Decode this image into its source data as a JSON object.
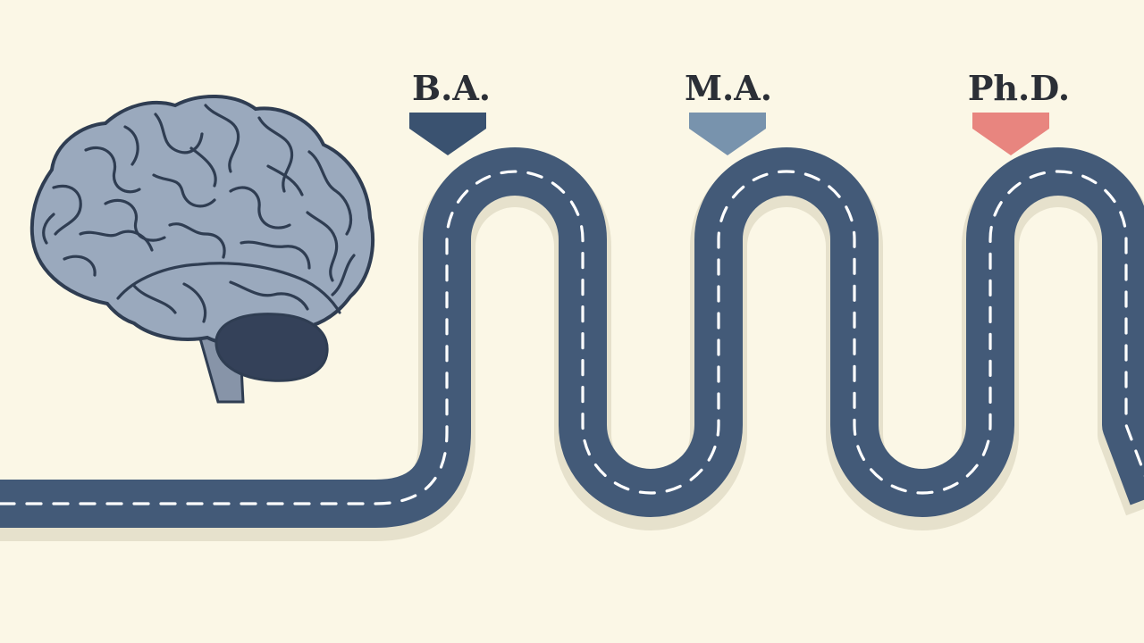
{
  "milestones": [
    {
      "label": "B.A.",
      "color": "#3a5270"
    },
    {
      "label": "M.A.",
      "color": "#7893ad"
    },
    {
      "label": "Ph.D.",
      "color": "#e8857f"
    }
  ],
  "colors": {
    "background": "#fbf7e6",
    "road": "#435a78",
    "road_shadow": "#e6e1cc",
    "road_dash": "#ffffff",
    "brain_fill": "#9aa9bd",
    "brain_outline": "#2f3d52",
    "cerebellum": "#344159",
    "brainstem": "#8794a8"
  },
  "icons": {
    "brain": "brain-icon",
    "road": "winding-road"
  }
}
